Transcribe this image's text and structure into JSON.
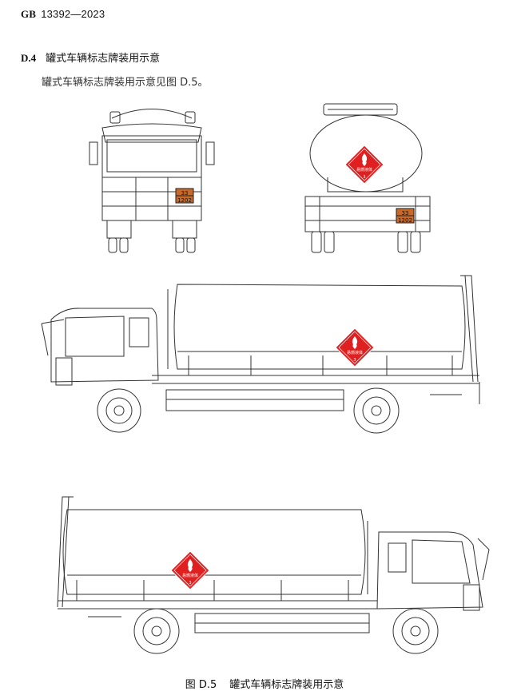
{
  "header": {
    "standard_prefix": "GB",
    "standard_number": "13392—2023"
  },
  "section": {
    "number": "D.4",
    "title": "罐式车辆标志牌装用示意"
  },
  "body_text": "罐式车辆标志牌装用示意见图 D.5。",
  "placard": {
    "text": "易燃液体",
    "class_number": "3",
    "color": "#e02020"
  },
  "orange_plate": {
    "hazard_id": "33",
    "un_number": "1202",
    "color": "#c8692a"
  },
  "caption": {
    "figure_label": "图 D.5",
    "figure_title": "罐式车辆标志牌装用示意"
  }
}
